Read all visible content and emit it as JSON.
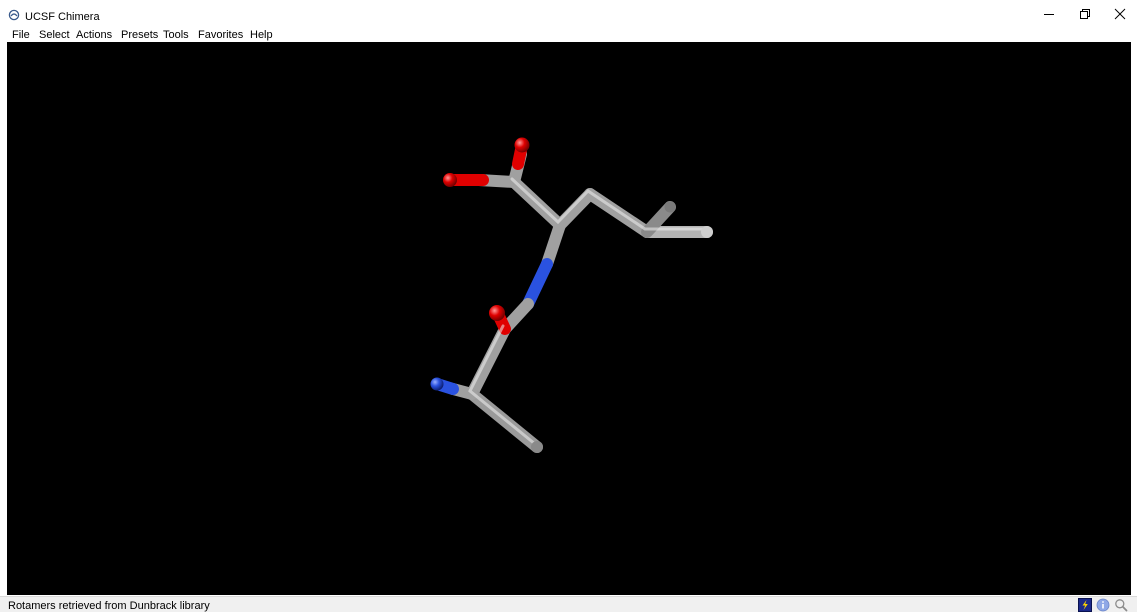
{
  "window": {
    "title": "UCSF Chimera"
  },
  "menu": {
    "items": [
      "File",
      "Select",
      "Actions",
      "Presets",
      "Tools",
      "Favorites",
      "Help"
    ]
  },
  "status": {
    "message": "Rotamers retrieved from Dunbrack library"
  },
  "icons": {
    "app": "chimera-logo-icon",
    "minimize": "minimize-icon",
    "maximize": "restore-icon",
    "close": "close-icon",
    "status_1": "command-line-icon",
    "status_2": "info-icon",
    "status_3": "zoom-icon"
  },
  "colors": {
    "viewport_background": "#000000",
    "carbon": "#9a9a9a",
    "oxygen": "#e00000",
    "nitrogen": "#2a52e0"
  }
}
